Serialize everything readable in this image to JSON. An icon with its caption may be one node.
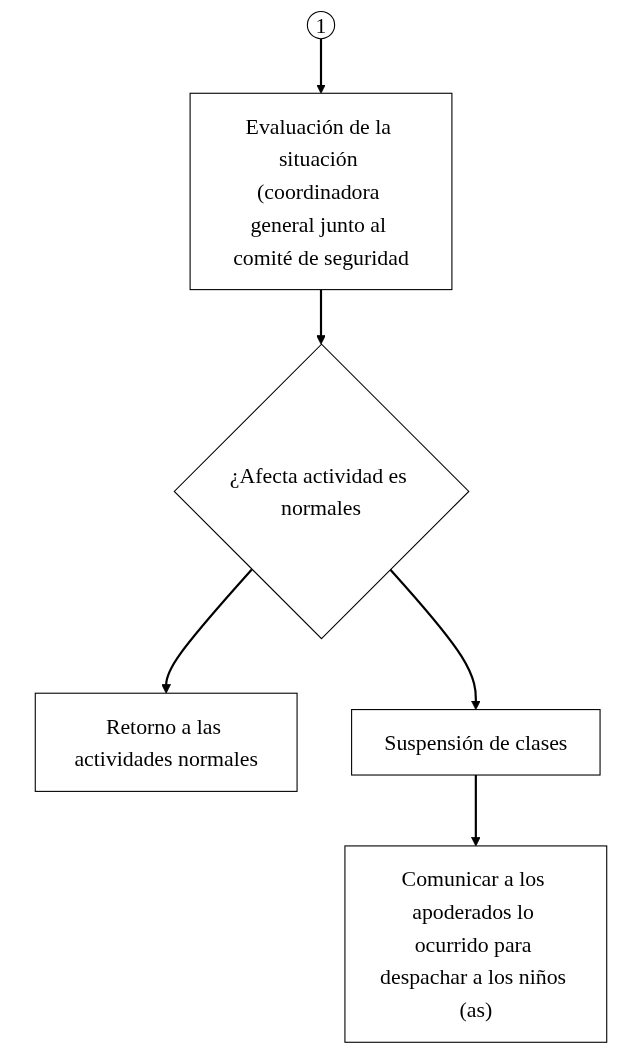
{
  "diagram": {
    "nodes": [
      {
        "text": [
          "1"
        ]
      },
      {
        "text": [
          "Evaluación de la situación (coordinadora general junto al comité de seguridad"
        ]
      },
      {
        "text": [
          "¿Afecta actividad es normales"
        ]
      },
      {
        "text": [
          "Retorno a las actividades normales"
        ]
      },
      {
        "text": [
          "Suspensión de clases"
        ]
      },
      {
        "text": [
          "Comunicar a los apoderados lo ocurrido para despachar a los niños (as)"
        ]
      }
    ],
    "edges": [
      {
        "from": 0,
        "to": 1,
        "arrow": "to"
      },
      {
        "from": 1,
        "to": 2,
        "arrow": "to"
      },
      {
        "from": 2,
        "to": 3,
        "arrow": "to"
      },
      {
        "from": 2,
        "to": 4,
        "arrow": "to"
      },
      {
        "from": 4,
        "to": 5,
        "arrow": "to"
      }
    ]
  }
}
